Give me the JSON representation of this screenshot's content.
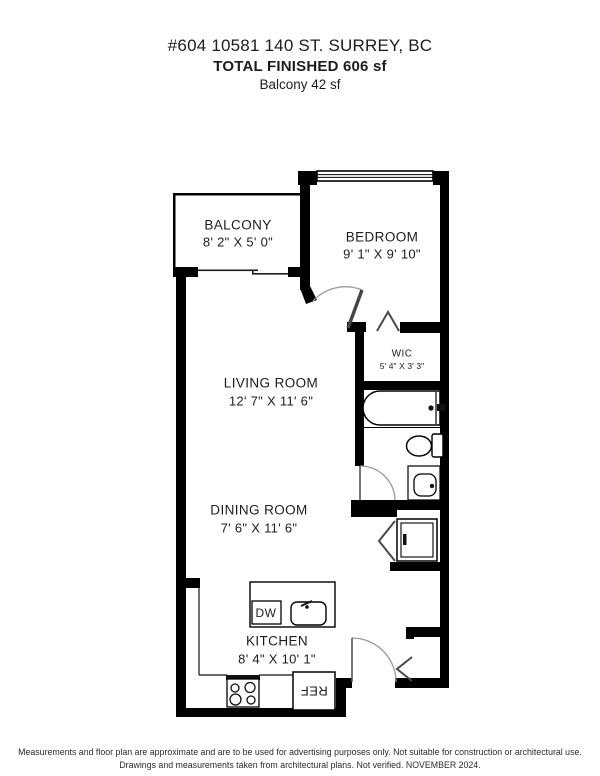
{
  "header": {
    "address": "#604 10581 140 ST. SURREY, BC",
    "total_finished": "TOTAL FINISHED 606 sf",
    "balcony_area": "Balcony  42 sf"
  },
  "rooms": {
    "balcony": {
      "name": "BALCONY",
      "dims": "8' 2\" X 5' 0\""
    },
    "bedroom": {
      "name": "BEDROOM",
      "dims": "9' 1\" X 9' 10\""
    },
    "wic": {
      "name": "WIC",
      "dims": "5' 4\" X 3' 3\""
    },
    "living": {
      "name": "LIVING ROOM",
      "dims": "12' 7\" X 11' 6\""
    },
    "dining": {
      "name": "DINING ROOM",
      "dims": "7' 6\" X 11' 6\""
    },
    "kitchen": {
      "name": "KITCHEN",
      "dims": "8' 4\" X 10' 1\""
    }
  },
  "appliances": {
    "dishwasher": "DW",
    "refrigerator": "REF"
  },
  "fixtures": [
    "bathtub",
    "toilet",
    "vanity-sink",
    "kitchen-sink",
    "stove",
    "washer-dryer",
    "bedroom-window",
    "balcony-sliding-door"
  ],
  "footer": {
    "line1": "Measurements and floor plan are approximate and are to be used for advertising purposes only. Not suitable for construction or architectural use.",
    "line2": "Drawings and measurements taken from architectural plans. Not verified. NOVEMBER 2024."
  },
  "colors": {
    "wall": "#000000",
    "text": "#1d1d1f",
    "door_arc": "#999999"
  }
}
